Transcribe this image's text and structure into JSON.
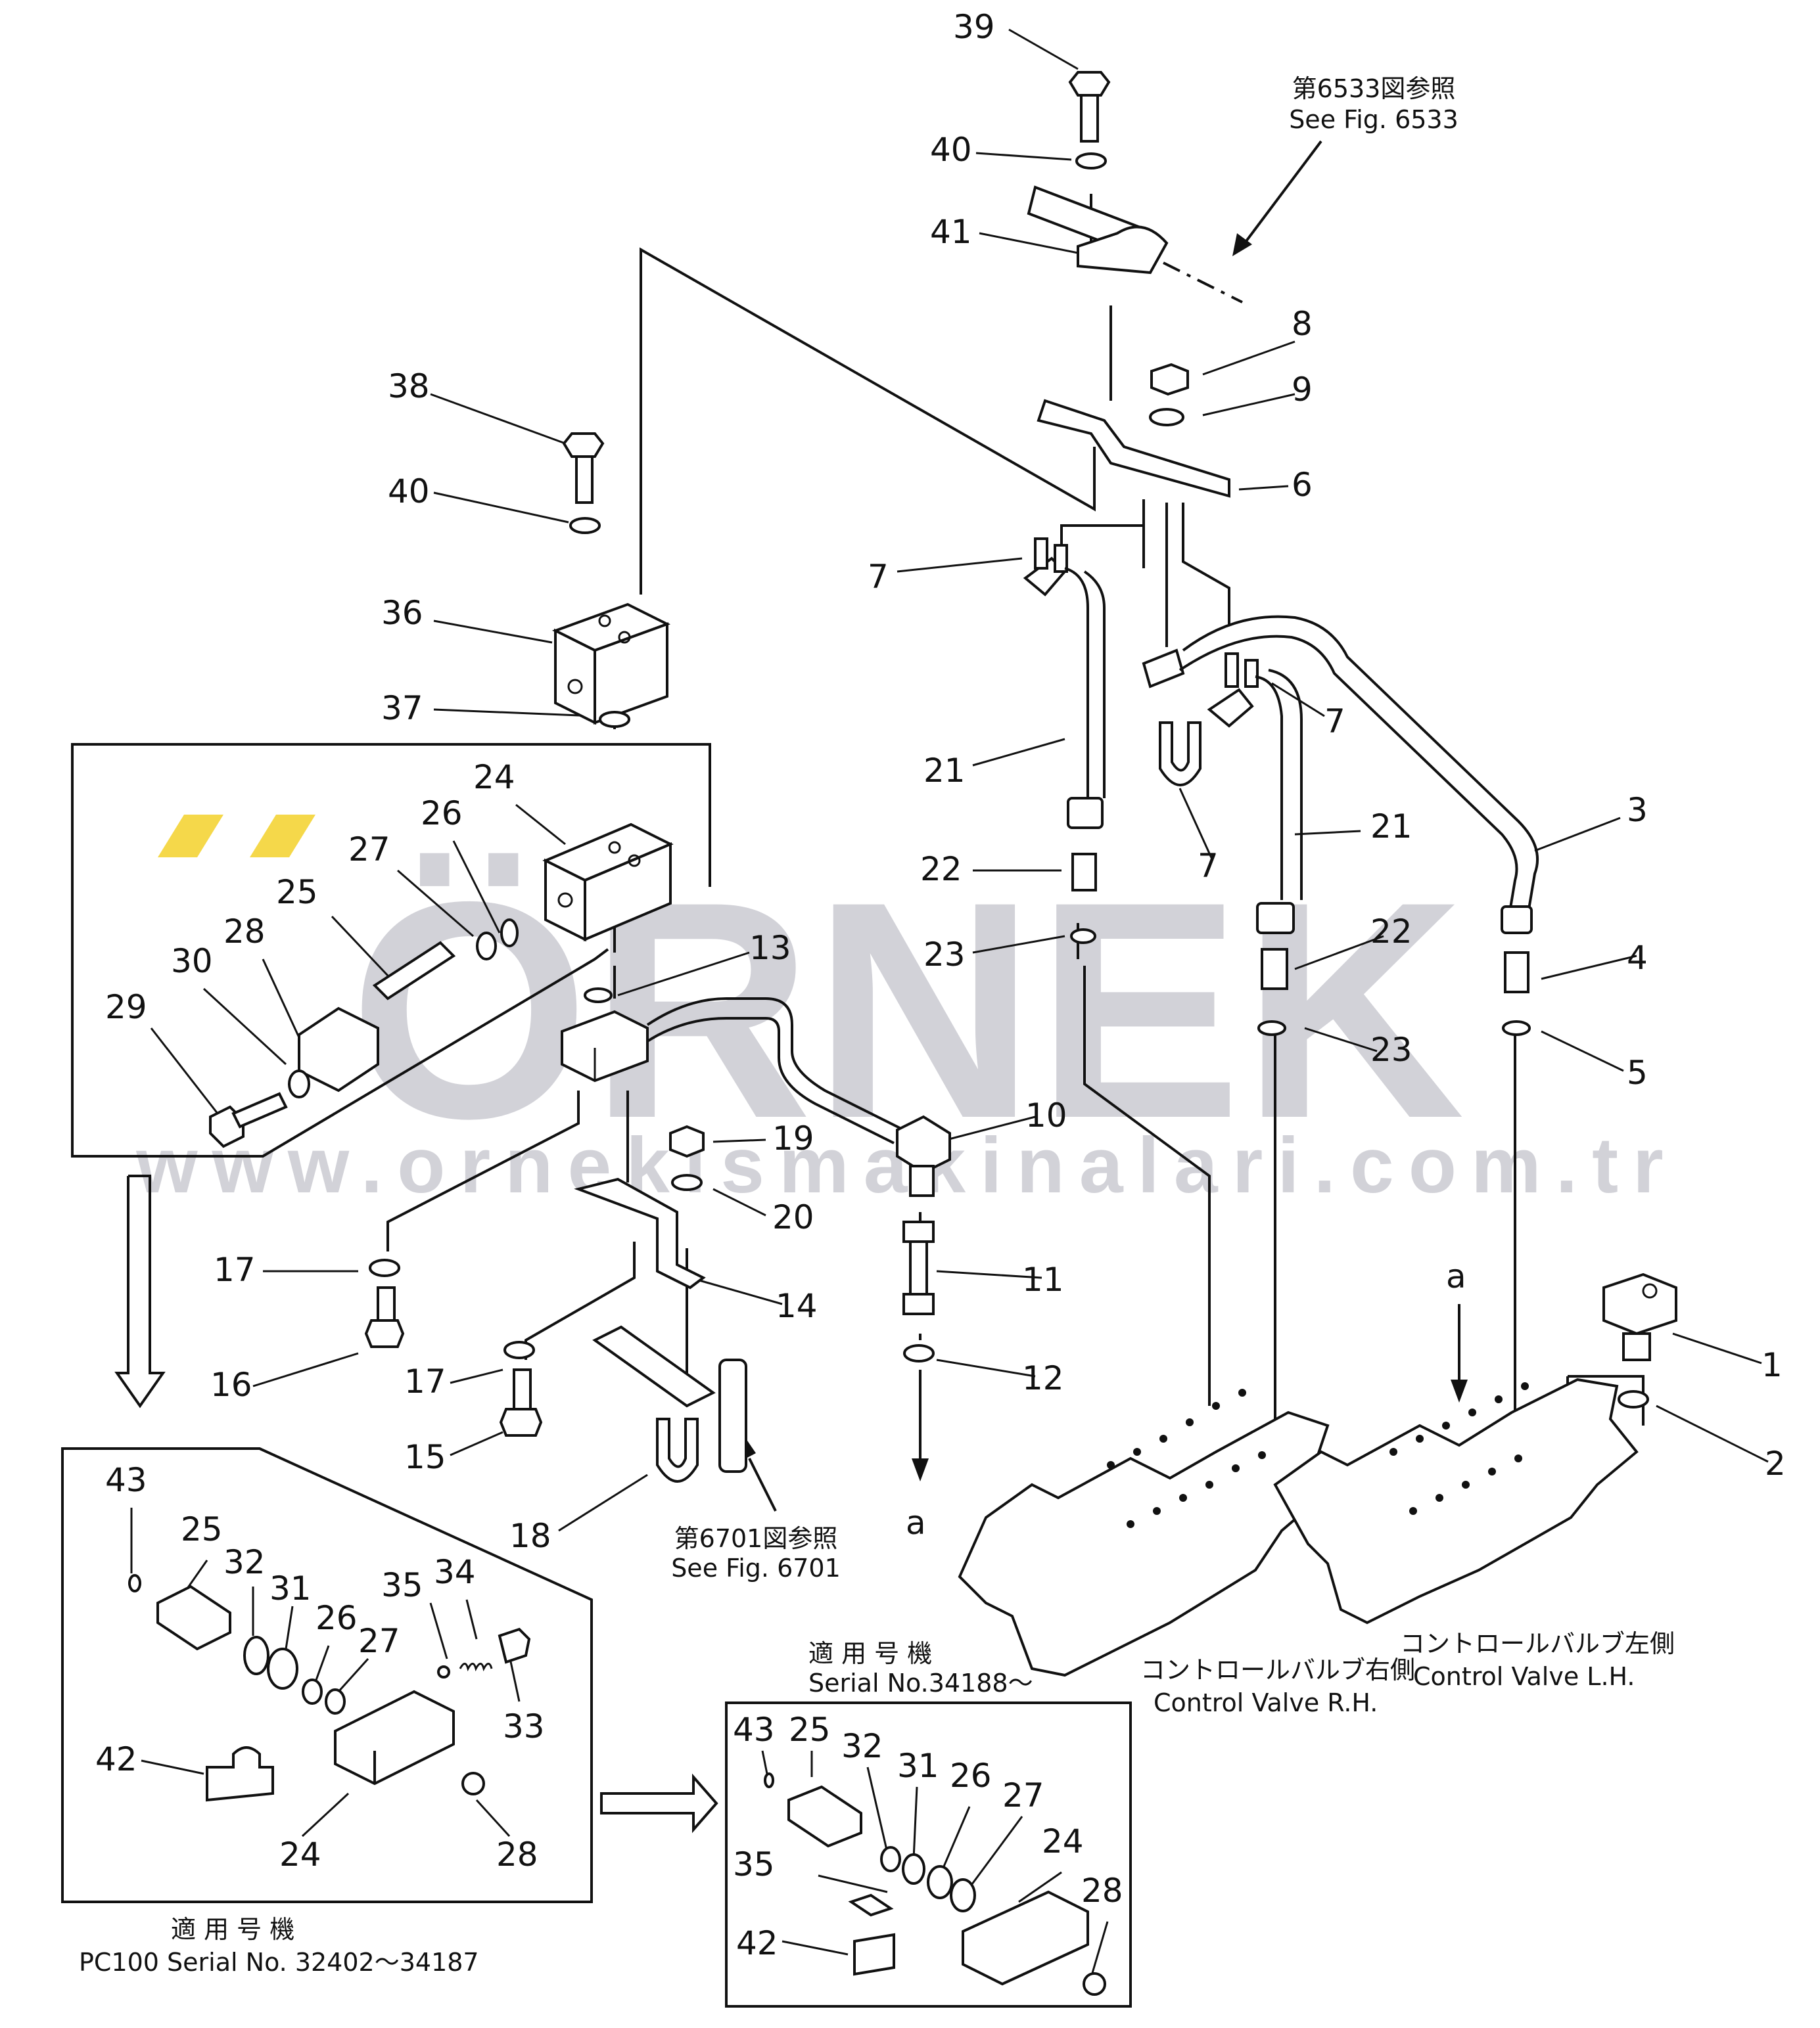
{
  "watermark": {
    "brand": "ÖRNEK",
    "url": "www.ornekismakinalari.com.tr",
    "brand_color": "#d2d2d8",
    "accent_color": "#f5d84a"
  },
  "notes": {
    "ref_6533_jp": "第6533図参照",
    "ref_6533_en": "See Fig. 6533",
    "ref_6701_jp": "第6701図参照",
    "ref_6701_en": "See Fig. 6701",
    "valve_rh_jp": "コントロールバルブ右側",
    "valve_rh_en": "Control Valve R.H.",
    "valve_lh_jp": "コントロールバルブ左側",
    "valve_lh_en": "Control Valve L.H.",
    "serial_new_jp": "適 用 号 機",
    "serial_new_en": "Serial No.34188～",
    "serial_old_jp": "適 用 号 機",
    "serial_old_en": "PC100 Serial No. 32402～34187",
    "marker_a": "a"
  },
  "callouts": [
    "39",
    "40",
    "41",
    "8",
    "9",
    "6",
    "7",
    "21",
    "22",
    "23",
    "3",
    "4",
    "5",
    "38",
    "36",
    "37",
    "24",
    "26",
    "27",
    "25",
    "28",
    "30",
    "29",
    "13",
    "10",
    "19",
    "20",
    "14",
    "11",
    "12",
    "17",
    "16",
    "15",
    "18",
    "1",
    "2",
    "43",
    "32",
    "31",
    "35",
    "34",
    "33",
    "42"
  ]
}
